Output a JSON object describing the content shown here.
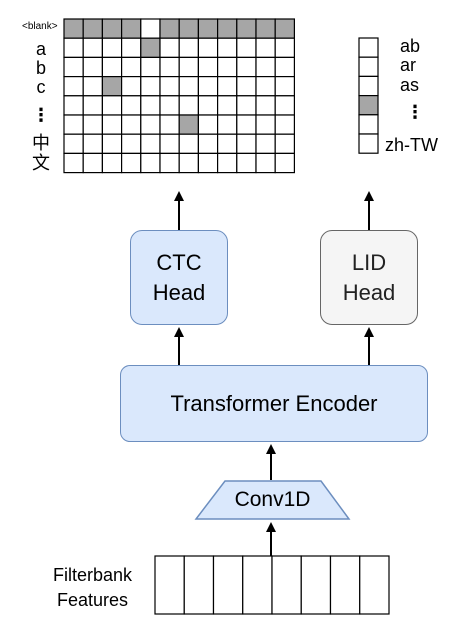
{
  "ctc_grid": {
    "row_labels": [
      "<blank>",
      "a",
      "b",
      "c",
      "⋮",
      "中",
      "文"
    ],
    "columns": 12,
    "rows": 8,
    "filled_cells": [
      [
        0,
        0
      ],
      [
        0,
        1
      ],
      [
        0,
        2
      ],
      [
        0,
        3
      ],
      [
        0,
        5
      ],
      [
        0,
        6
      ],
      [
        0,
        7
      ],
      [
        0,
        8
      ],
      [
        0,
        9
      ],
      [
        0,
        10
      ],
      [
        0,
        11
      ],
      [
        1,
        4
      ],
      [
        3,
        2
      ],
      [
        5,
        6
      ]
    ],
    "fill_color": "#a6a6a6"
  },
  "lid_column": {
    "labels": [
      "ab",
      "ar",
      "as",
      "⋮",
      "zh-TW"
    ],
    "rows": 6,
    "filled_rows": [
      3
    ],
    "fill_color": "#a6a6a6"
  },
  "ctc_head": {
    "line1": "CTC",
    "line2": "Head",
    "fill": "#dae8fc",
    "stroke": "#6c8ebf"
  },
  "lid_head": {
    "line1": "LID",
    "line2": "Head",
    "fill": "#f5f5f5",
    "stroke": "#666666"
  },
  "encoder": {
    "label": "Transformer Encoder",
    "fill": "#dae8fc",
    "stroke": "#6c8ebf"
  },
  "conv": {
    "label": "Conv1D",
    "fill": "#dae8fc",
    "stroke": "#6c8ebf"
  },
  "filterbank": {
    "line1": "Filterbank",
    "line2": "Features",
    "frames": 8
  }
}
